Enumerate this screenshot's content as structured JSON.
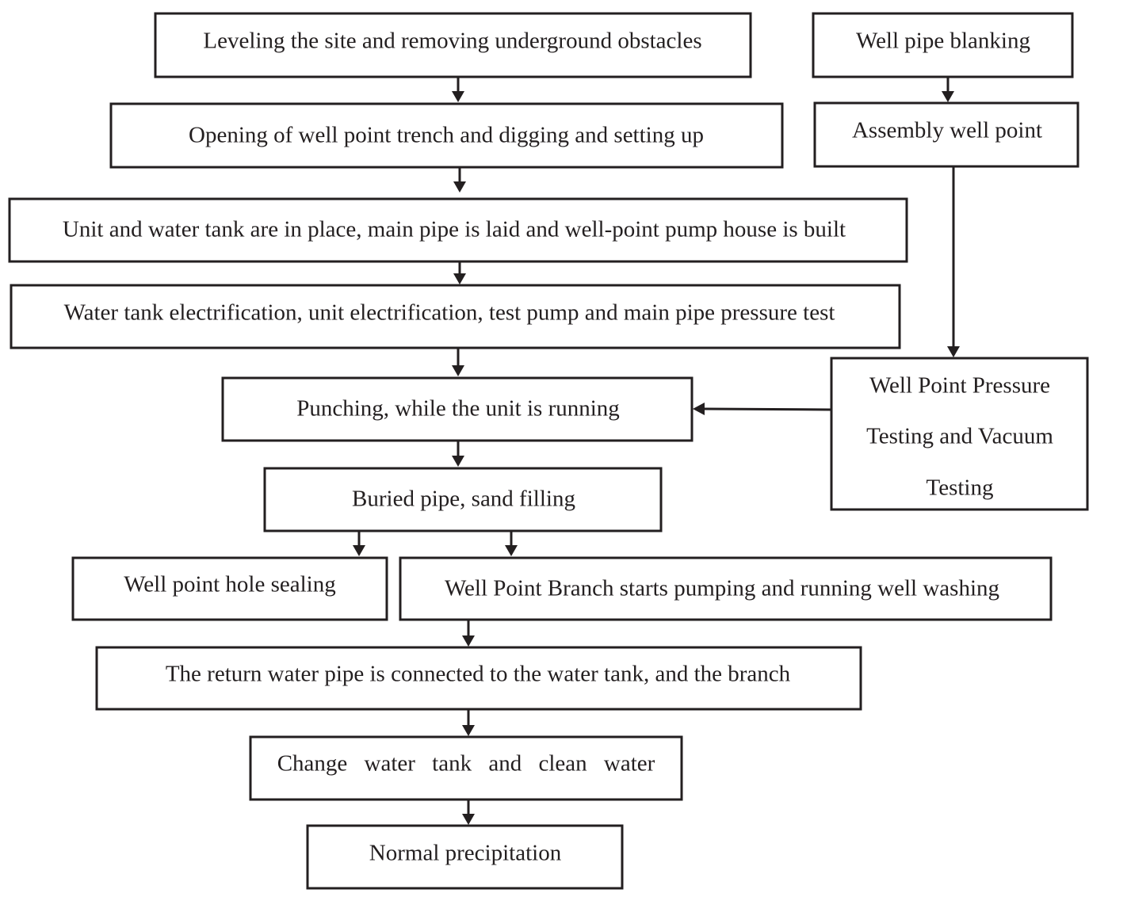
{
  "nodes": {
    "leveling": "Leveling the site and removing underground obstacles",
    "opening": "Opening of well point trench and digging and setting up",
    "unit_tank": "Unit and water tank are in place, main pipe is laid and well-point pump house is built",
    "electrification": "Water tank electrification, unit electrification, test pump and main pipe pressure test",
    "punching": "Punching, while the unit is running",
    "buried_pipe": "Buried pipe, sand filling",
    "hole_sealing": "Well point hole sealing",
    "branch_pumping": "Well Point Branch starts pumping and running well washing",
    "return_pipe": "The return water pipe is connected to the water tank, and the branch",
    "change_tank": "Change water tank and clean water",
    "normal": "Normal precipitation",
    "pipe_blanking": "Well pipe blanking",
    "assembly": "Assembly well point",
    "pressure_test": [
      "Well Point Pressure",
      "Testing and Vacuum",
      "Testing"
    ]
  },
  "edges": [
    [
      "leveling",
      "opening"
    ],
    [
      "opening",
      "unit_tank"
    ],
    [
      "unit_tank",
      "electrification"
    ],
    [
      "electrification",
      "punching"
    ],
    [
      "punching",
      "buried_pipe"
    ],
    [
      "buried_pipe",
      "hole_sealing"
    ],
    [
      "buried_pipe",
      "branch_pumping"
    ],
    [
      "branch_pumping",
      "return_pipe"
    ],
    [
      "return_pipe",
      "change_tank"
    ],
    [
      "change_tank",
      "normal"
    ],
    [
      "pipe_blanking",
      "assembly"
    ],
    [
      "assembly",
      "pressure_test"
    ],
    [
      "pressure_test",
      "punching"
    ]
  ],
  "colors": {
    "stroke": "#231f20",
    "background": "#ffffff"
  }
}
